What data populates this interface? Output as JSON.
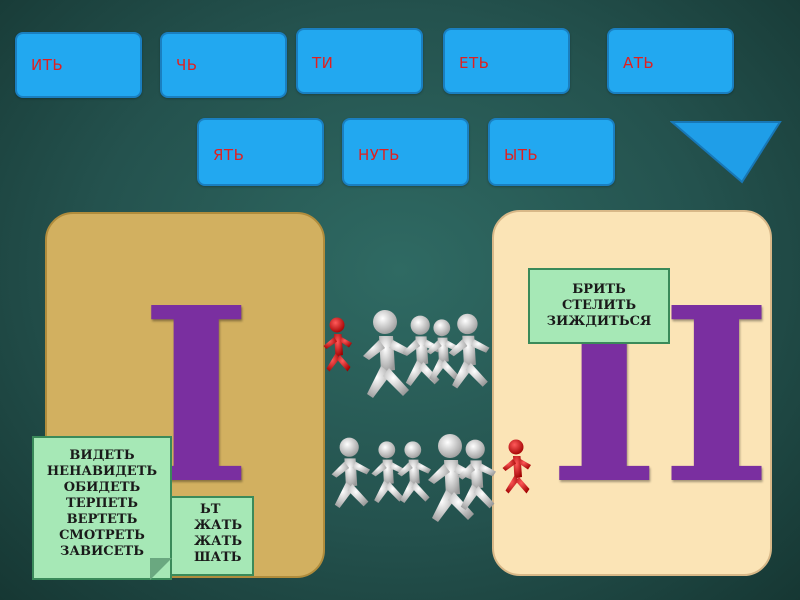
{
  "tiles_row1": [
    "ИТЬ",
    "ЧЬ",
    "ТИ",
    "ЕТЬ",
    "АТЬ"
  ],
  "tiles_row2": [
    "ЯТЬ",
    "НУТЬ",
    "ЫТЬ"
  ],
  "panels": {
    "first": {
      "numeral": "I"
    },
    "second": {
      "numeral": "II"
    }
  },
  "cards": {
    "exceptions_brit": [
      "БРИТЬ",
      "СТЕЛИТЬ",
      "ЗИЖДИТЬСЯ"
    ],
    "exceptions_front": [
      "ВИДЕТЬ",
      "НЕНАВИДЕТЬ",
      "ОБИДЕТЬ",
      "ТЕРПЕТЬ",
      "ВЕРТЕТЬ",
      "СМОТРЕТЬ",
      "ЗАВИСЕТЬ"
    ],
    "exceptions_back_visible": [
      "ЬТ",
      "ЖАТЬ",
      "ЖАТЬ",
      "ШАТЬ"
    ]
  },
  "colors": {
    "tile": "#22a8f0",
    "tile_text": "#e02020",
    "panel_1": "#d2b060",
    "panel_2": "#fbe4b6",
    "numeral": "#7a2fa0",
    "card": "#a6e8b6"
  },
  "icons": [
    "triangle-down-icon",
    "white-runner-figure",
    "red-runner-figure"
  ]
}
